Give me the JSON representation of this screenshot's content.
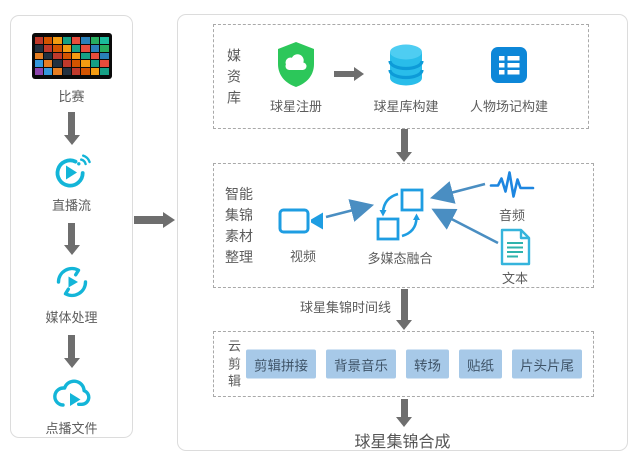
{
  "left_column": {
    "source_label": "比赛",
    "steps": [
      {
        "label": "直播流"
      },
      {
        "label": "媒体处理"
      },
      {
        "label": "点播文件"
      }
    ]
  },
  "main_panel": {
    "media_library": {
      "group_label": "媒\n资\n库",
      "steps": [
        "球星注册",
        "球星库构建",
        "人物场记构建"
      ]
    },
    "material_prep": {
      "group_label": "智能\n集锦\n素材\n整理",
      "video_label": "视频",
      "fusion_label": "多媒态融合",
      "audio_label": "音频",
      "text_label": "文本"
    },
    "timeline_label": "球星集锦时间线",
    "cloud_edit": {
      "group_label": "云\n剪\n辑",
      "tools": [
        "剪辑拼接",
        "背景音乐",
        "转场",
        "贴纸",
        "片头片尾"
      ]
    },
    "output_label": "球星集锦合成"
  },
  "colors": {
    "accent_cyan": "#13b5d8",
    "accent_blue": "#1e9de2",
    "shield_green": "#2cc75a",
    "database_blue": "#29bdea",
    "grid_blue": "#0d87d8",
    "arrow_gray": "#6e6e6e",
    "flow_arrow_blue": "#4a8ec2",
    "tool_chip_bg": "#a7c9e8"
  }
}
